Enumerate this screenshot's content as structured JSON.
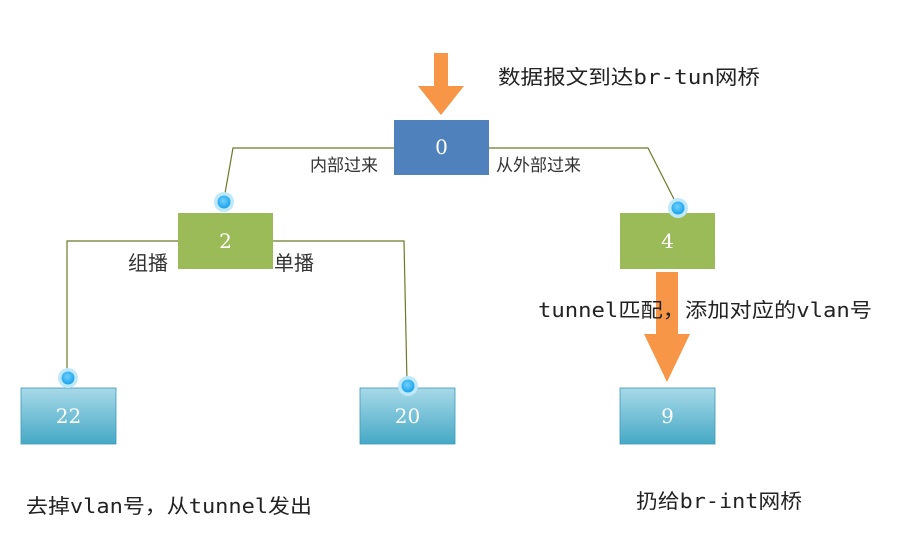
{
  "nodes": {
    "root": {
      "label": "0"
    },
    "left": {
      "label": "2"
    },
    "right": {
      "label": "4"
    },
    "ll": {
      "label": "22"
    },
    "lr": {
      "label": "20"
    },
    "rr": {
      "label": "9"
    }
  },
  "edges": {
    "root_left": "内部过来",
    "root_right": "从外部过来",
    "left_ll": "组播",
    "left_lr": "单播"
  },
  "notes": {
    "top": "数据报文到达br-tun网桥",
    "middle": "tunnel匹配，添加对应的vlan号",
    "bottom_left": "去掉vlan号，从tunnel发出",
    "bottom_right": "扔给br-int网桥"
  },
  "colors": {
    "root": "#4f81bd",
    "mid": "#9bbb59",
    "leaf": "#4bacc6",
    "arrow": "#f79646"
  }
}
